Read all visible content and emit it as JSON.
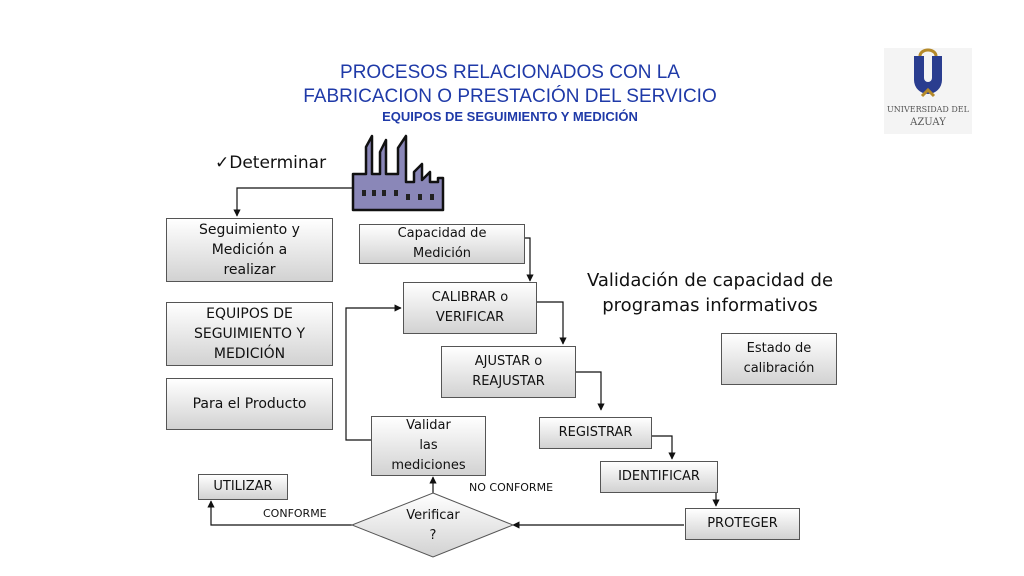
{
  "header": {
    "title_line1": "PROCESOS RELACIONADOS CON LA",
    "title_line2": "FABRICACION O PRESTACIÓN DEL SERVICIO",
    "subtitle": "EQUIPOS DE SEGUIMIENTO Y MEDICIÓN"
  },
  "logo": {
    "line1": "UNIVERSIDAD DEL",
    "line2": "AZUAY"
  },
  "determinar": {
    "check": "✓",
    "label": "Determinar"
  },
  "validacion_label": "Validación de capacidad de\nprogramas informativos",
  "boxes": {
    "seguimiento": "Seguimiento y\nMedición a\nrealizar",
    "equipos": "EQUIPOS DE\nSEGUIMIENTO Y\nMEDICIÓN",
    "producto": "Para el Producto",
    "capacidad": "Capacidad de\nMedición",
    "calibrar": "CALIBRAR o\nVERIFICAR",
    "ajustar": "AJUSTAR o\nREAJUSTAR",
    "validar": "Validar\nlas\nmediciones",
    "registrar": "REGISTRAR",
    "identificar": "IDENTIFICAR",
    "proteger": "PROTEGER",
    "utilizar": "UTILIZAR",
    "estado": "Estado de\ncalibración",
    "verificar": "Verificar\n?"
  },
  "labels": {
    "no_conforme": "NO CONFORME",
    "conforme": "CONFORME"
  },
  "colors": {
    "title": "#1f3aa8",
    "factory": "#8a87b8",
    "logo_blue": "#2a3d8f",
    "logo_gold": "#b58a2a"
  }
}
